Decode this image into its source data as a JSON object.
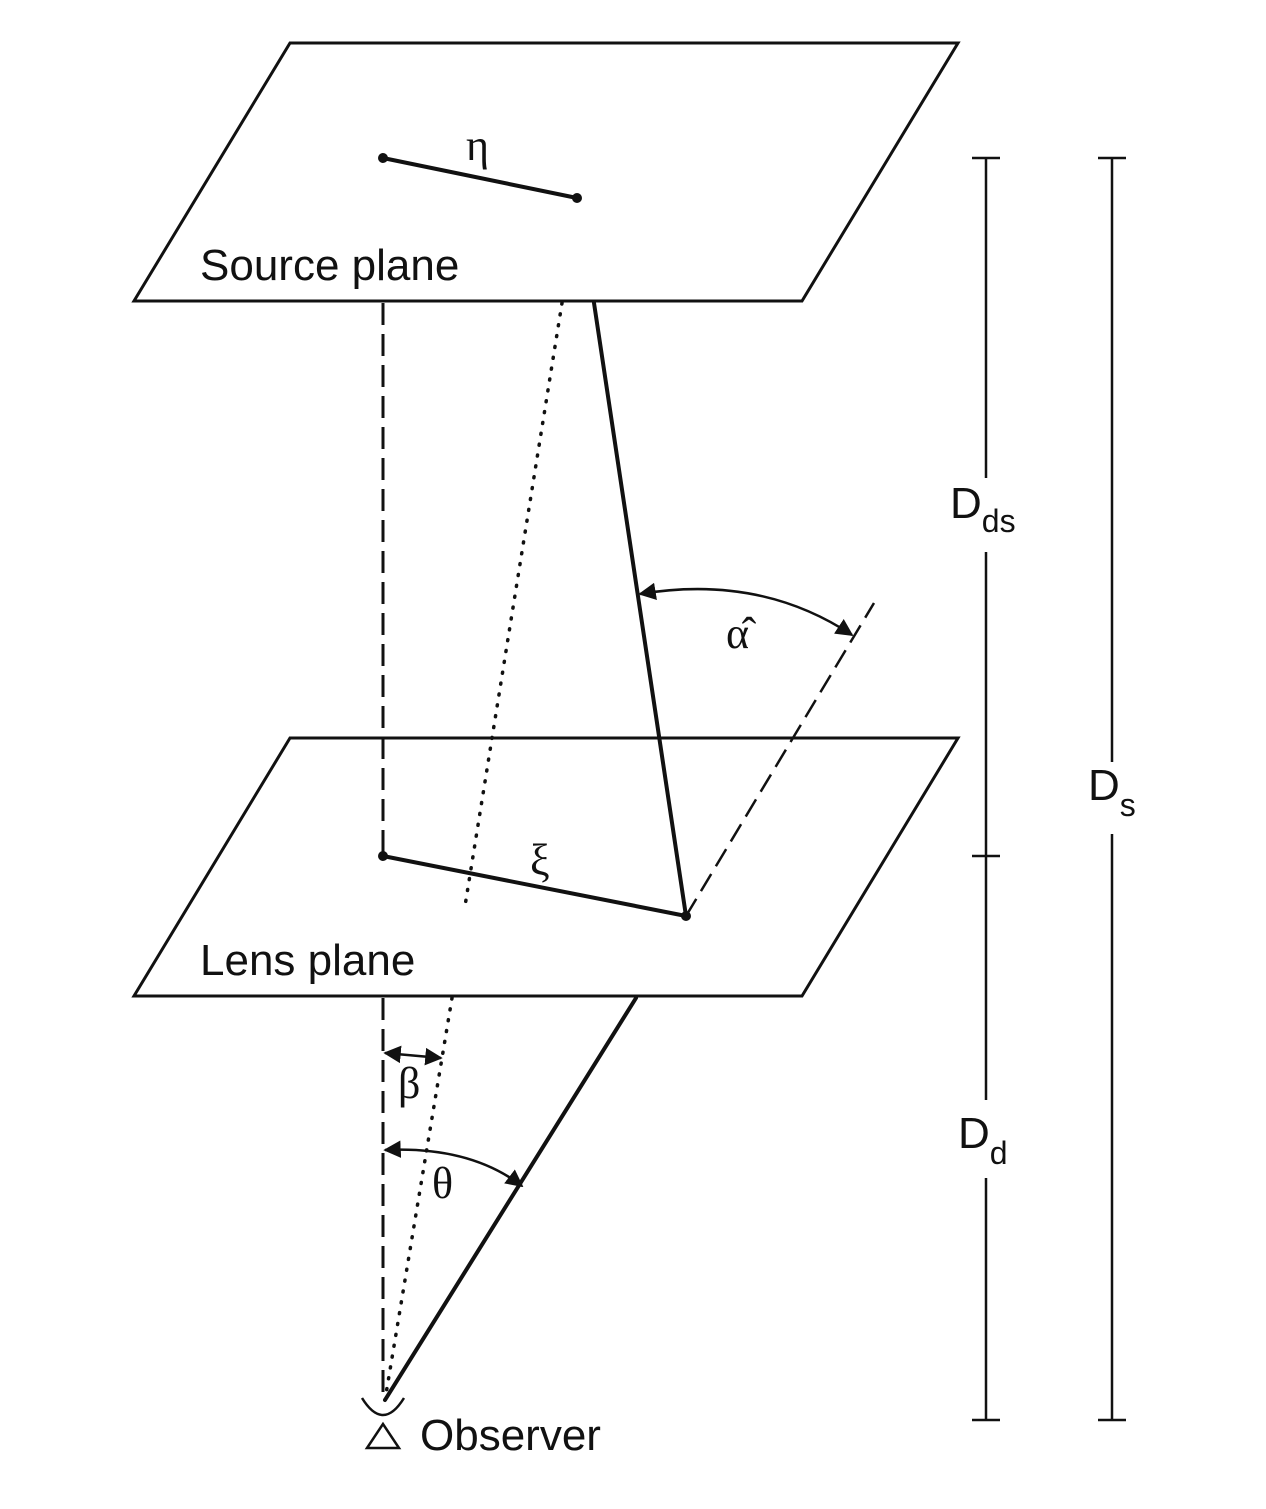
{
  "planes": {
    "source": {
      "label": "Source plane"
    },
    "lens": {
      "label": "Lens plane"
    }
  },
  "observer": {
    "label": "Observer"
  },
  "symbols": {
    "eta": "η",
    "xi": "ξ",
    "alpha_hat": "α̂",
    "beta": "β",
    "theta": "θ"
  },
  "distances": {
    "dds": {
      "main": "D",
      "sub": "ds"
    },
    "dd": {
      "main": "D",
      "sub": "d"
    },
    "ds": {
      "main": "D",
      "sub": "s"
    }
  }
}
